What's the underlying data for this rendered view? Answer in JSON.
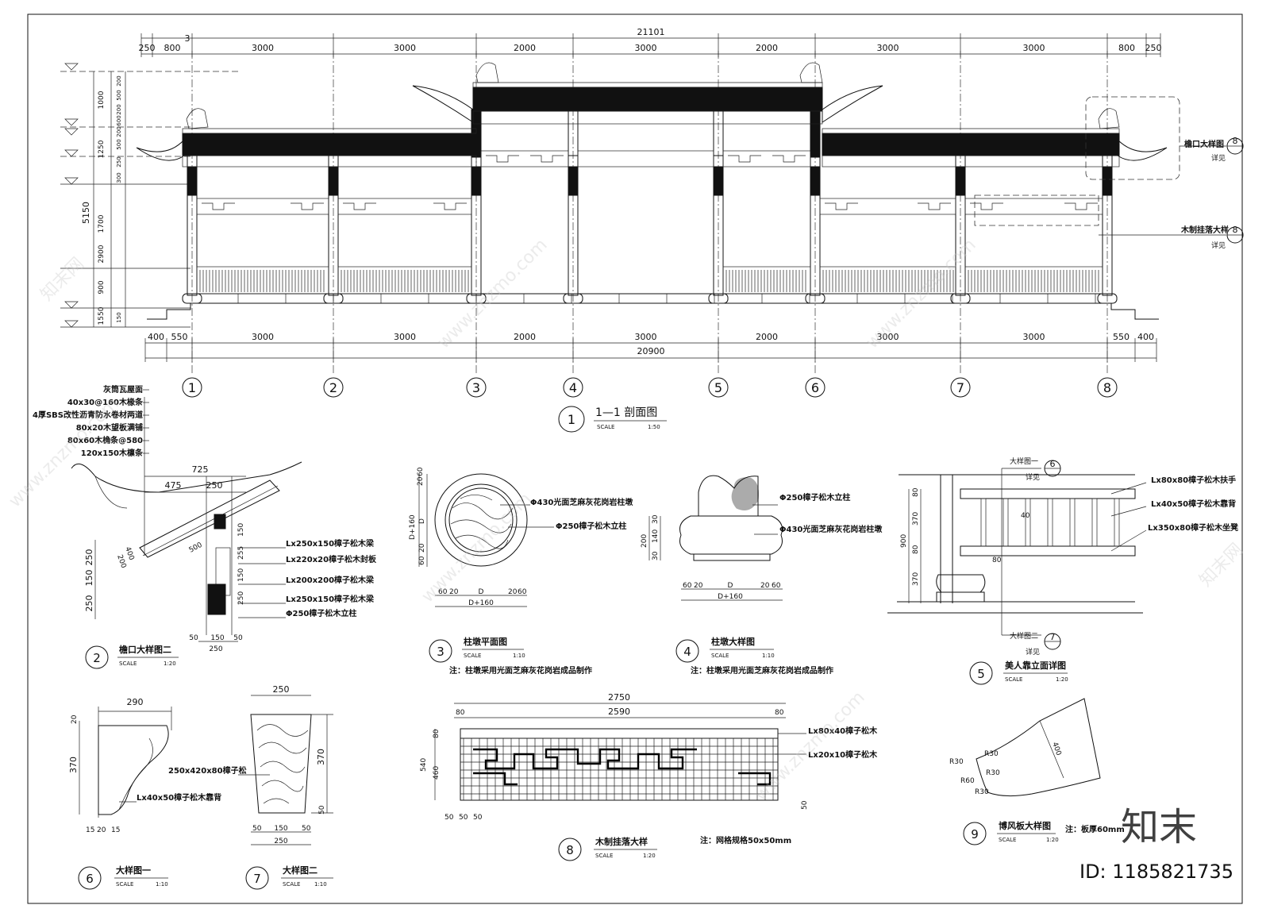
{
  "main": {
    "overall_top": "21101",
    "overall_bottom": "20900",
    "top_spans": [
      "250",
      "800",
      "3000",
      "3000",
      "2000",
      "3000",
      "2000",
      "3000",
      "3000",
      "800",
      "250"
    ],
    "bottom_spans": [
      "400",
      "550",
      "3000",
      "3000",
      "2000",
      "3000",
      "2000",
      "3000",
      "3000",
      "550",
      "400"
    ],
    "grid_marker": "3",
    "left_heights_outer": [
      "5150"
    ],
    "left_heights_mid": [
      "1000",
      "1250",
      "1700",
      "2900",
      "900",
      "1550"
    ],
    "left_heights_inner": [
      "200",
      "500",
      "200",
      "600",
      "200",
      "500",
      "250",
      "300",
      "150"
    ],
    "axes": [
      "1",
      "2",
      "3",
      "4",
      "5",
      "6",
      "7",
      "8"
    ],
    "callout_eave": "檐口大样图",
    "callout_eave_ref": "详见",
    "callout_eave_num": "8",
    "callout_hanging": "木制挂落大样",
    "callout_hanging_ref": "详见",
    "callout_hanging_num": "8",
    "title_num": "1",
    "title": "1—1 剖面图",
    "scale_label": "SCALE",
    "scale": "1:50"
  },
  "d2": {
    "layers": [
      "灰筒瓦屋面",
      "40x30@160木椽条",
      "4厚SBS改性沥青防水卷材两道",
      "80x20木望板满铺",
      "80x60木桷条@580",
      "120x150木檩条"
    ],
    "dims": [
      "725",
      "475",
      "250",
      "250",
      "150",
      "250",
      "500",
      "400",
      "200",
      "150",
      "255",
      "150",
      "250",
      "50",
      "150",
      "50",
      "250"
    ],
    "labels": [
      "Lx250x150樟子松木梁",
      "Lx220x20樟子松木封板",
      "Lx200x200樟子松木梁",
      "Lx250x150樟子松木梁",
      "Φ250樟子松木立柱"
    ],
    "num": "2",
    "title": "檐口大样图二",
    "scale_label": "SCALE",
    "scale": "1:20"
  },
  "d3": {
    "labels": [
      "Φ430光面芝麻灰花岗岩柱墩",
      "Φ250樟子松木立柱"
    ],
    "dims_v": [
      "20",
      "60",
      "D+160",
      "D",
      "20",
      "60"
    ],
    "dims_h": [
      "60",
      "20",
      "D",
      "20",
      "60",
      "D+160"
    ],
    "num": "3",
    "title": "柱墩平面图",
    "scale_label": "SCALE",
    "scale": "1:10",
    "note": "注：柱墩采用光面芝麻灰花岗岩成品制作"
  },
  "d4": {
    "labels": [
      "Φ250樟子松木立柱",
      "Φ430光面芝麻灰花岗岩柱墩"
    ],
    "dims_v": [
      "30",
      "140",
      "30",
      "200"
    ],
    "dims_h": [
      "60",
      "20",
      "D",
      "20",
      "60",
      "D+160"
    ],
    "num": "4",
    "title": "柱墩大样图",
    "scale_label": "SCALE",
    "scale": "1:10",
    "note": "注：柱墩采用光面芝麻灰花岗岩成品制作"
  },
  "d5": {
    "ref_top": "大样图一",
    "ref_top_num": "6",
    "ref_top_label": "详见",
    "ref_bot": "大样图二",
    "ref_bot_num": "7",
    "ref_bot_label": "详见",
    "labels": [
      "Lx80x80樟子松木扶手",
      "Lx40x50樟子松木靠背",
      "Lx350x80樟子松木坐凳"
    ],
    "dims": [
      "80",
      "370",
      "80",
      "900",
      "370",
      "40",
      "80"
    ],
    "num": "5",
    "title": "美人靠立面详图",
    "scale_label": "SCALE",
    "scale": "1:20"
  },
  "d6": {
    "dims": [
      "290",
      "20",
      "370",
      "15",
      "20",
      "15"
    ],
    "labels": [
      "Lx40x50樟子松木靠背"
    ],
    "num": "6",
    "title": "大样图一",
    "scale_label": "SCALE",
    "scale": "1:10"
  },
  "d7": {
    "dims": [
      "250",
      "370",
      "50",
      "50",
      "150",
      "50",
      "250"
    ],
    "labels": [
      "250x420x80樟子松"
    ],
    "num": "7",
    "title": "大样图二",
    "scale_label": "SCALE",
    "scale": "1:10"
  },
  "d8": {
    "dims": [
      "2750",
      "80",
      "2590",
      "80",
      "80",
      "540",
      "460",
      "50",
      "50",
      "50",
      "50"
    ],
    "labels": [
      "Lx80x40樟子松木",
      "Lx20x10樟子松木"
    ],
    "num": "8",
    "title": "木制挂落大样",
    "scale_label": "SCALE",
    "scale": "1:20",
    "note": "注：网格规格50x50mm"
  },
  "d9": {
    "dims": [
      "R30",
      "R30",
      "R60",
      "R30",
      "R30",
      "400"
    ],
    "num": "9",
    "title": "博风板大样图",
    "scale_label": "SCALE",
    "scale": "1:20",
    "note": "注：板厚60mm"
  },
  "watermark": {
    "site": "www.znzmo.com",
    "cn": "知末网",
    "logo": "知末",
    "id": "ID: 1185821735"
  },
  "colors": {
    "line": "#111111",
    "background": "#ffffff",
    "watermark": "#c8c8c8"
  }
}
